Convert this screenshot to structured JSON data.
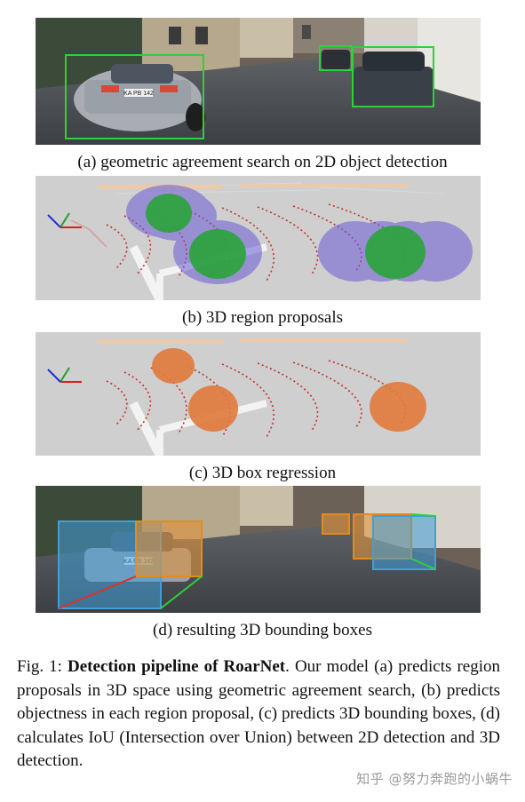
{
  "panels": {
    "a": {
      "caption": "(a) geometric agreement search on 2D object detection"
    },
    "b": {
      "caption": "(b) 3D region proposals"
    },
    "c": {
      "caption": "(c) 3D box regression"
    },
    "d": {
      "caption": "(d) resulting 3D bounding boxes"
    }
  },
  "plate_text": "KA PB 142",
  "figure": {
    "label": "Fig. 1:",
    "title": "Detection pipeline of RoarNet",
    "body": ". Our model (a) predicts region proposals in 3D space using geometric agreement search, (b) predicts objectness in each region proposal, (c) predicts 3D bounding boxes, (d) calculates IoU (Intersection over Union) between 2D detection and 3D detection."
  },
  "watermark": "知乎 @努力奔跑的小蜗牛",
  "colors": {
    "box2d": "#2fd13a",
    "proposal": "#6a5bd6",
    "objectness": "#2aa43a",
    "regression": "#e07a3c",
    "box3d": "#3f9fd8"
  }
}
